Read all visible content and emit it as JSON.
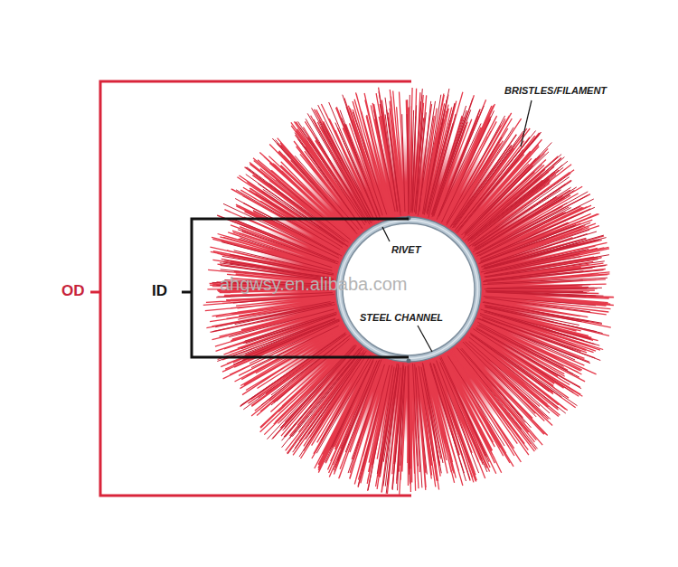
{
  "diagram": {
    "labels": [
      "BRISTLES/FILAMENT",
      "RIVET",
      "OD",
      "ID",
      "ahgwsy.en.alibaba.com",
      "STEEL CHANNEL"
    ]
  }
}
